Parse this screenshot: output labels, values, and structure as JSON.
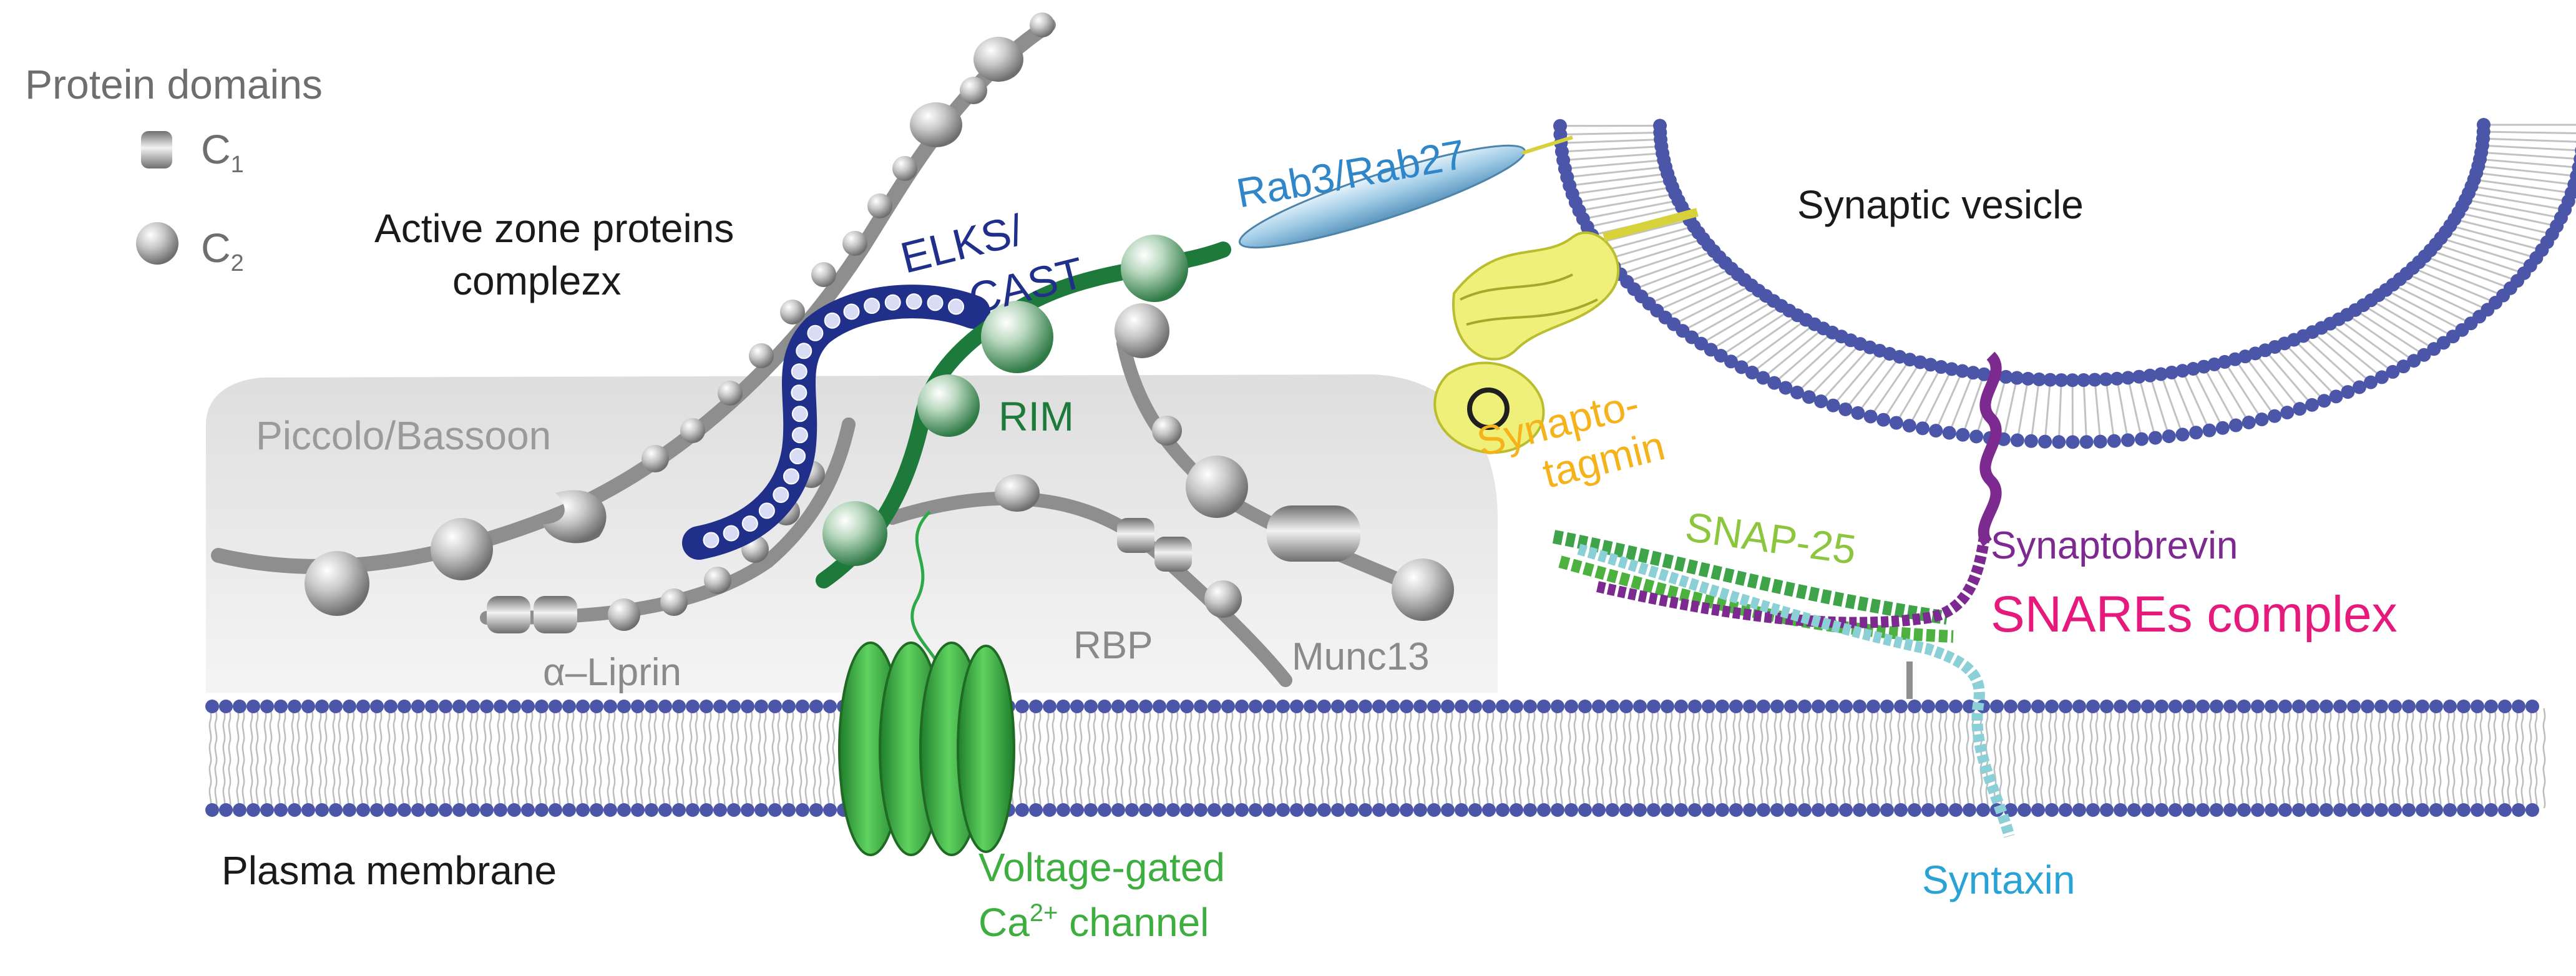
{
  "legend": {
    "title": "Protein domains",
    "c1": {
      "base": "C",
      "sub": "1"
    },
    "c2": {
      "base": "C",
      "sub": "2"
    }
  },
  "labels": {
    "active_zone_line1": "Active zone proteins",
    "active_zone_line2": "complezx",
    "elks_line1": "ELKS/",
    "elks_line2": "CAST",
    "rab": "Rab3/Rab27",
    "synaptic_vesicle": "Synaptic vesicle",
    "piccolo": "Piccolo/Bassoon",
    "rim": "RIM",
    "synaptotagmin_line1": "Synapto-",
    "synaptotagmin_line2": "tagmin",
    "snap25": "SNAP-25",
    "synaptobrevin": "Synaptobrevin",
    "snares": "SNAREs complex",
    "liprin": "α–Liprin",
    "rbp": "RBP",
    "munc13": "Munc13",
    "plasma_membrane": "Plasma membrane",
    "vgcc_line1": "Voltage-gated",
    "vgcc_line2_base": "Ca",
    "vgcc_line2_sup": "2+",
    "vgcc_line2_rest": " channel",
    "syntaxin": "Syntaxin"
  },
  "colors": {
    "elks": "#1f2f8a",
    "rab": "#2f86c9",
    "rim": "#1e7a3a",
    "synaptotagmin": "#f5b21b",
    "snap25": "#8cc63f",
    "synaptobrevin": "#7d2a90",
    "snares": "#e6197d",
    "vgcc": "#3dae3f",
    "syntaxin": "#29a3d6",
    "grey_label": "#8a8a8a",
    "dark_label": "#222222",
    "lipid_head": "#4b56a8"
  }
}
